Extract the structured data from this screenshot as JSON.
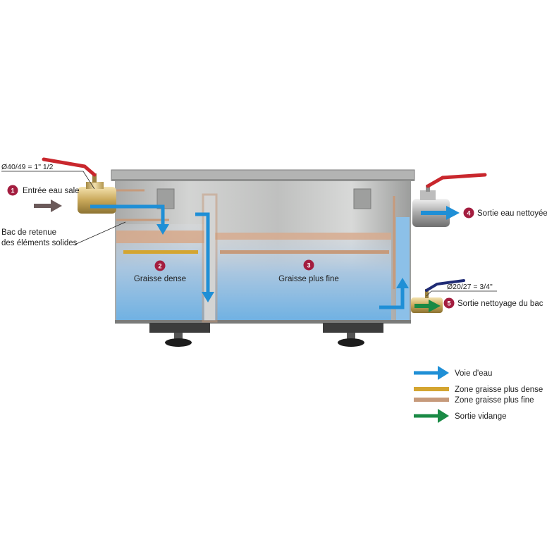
{
  "colors": {
    "water": "#1f8fd6",
    "dense_grease": "#d4a530",
    "fine_grease": "#c69a7b",
    "drain": "#1a8a45",
    "badge": "#a31d3f",
    "inlet_arrow": "#6b5a5a"
  },
  "labels": {
    "inlet_spec": "Ø40/49 = 1\" 1/2",
    "inlet_num": "1",
    "inlet": "Entrée eau sale",
    "basket_1": "Bac de retenue",
    "basket_2": "des éléments solides",
    "zone2_num": "2",
    "zone2": "Graisse dense",
    "zone3_num": "3",
    "zone3": "Graisse plus fine",
    "outlet_num": "4",
    "outlet": "Sortie eau nettoyée",
    "drain_spec": "Ø20/27 = 3/4\"",
    "drain_num": "5",
    "drain": "Sortie nettoyage du bac"
  },
  "legend": {
    "items": [
      {
        "kind": "arrow",
        "color": "#1f8fd6",
        "label": "Voie d'eau"
      },
      {
        "kind": "bar",
        "color": "#d4a530",
        "label": "Zone graisse plus dense"
      },
      {
        "kind": "bar",
        "color": "#c69a7b",
        "label": "Zone graisse plus fine"
      },
      {
        "kind": "arrow",
        "color": "#1a8a45",
        "label": "Sortie vidange"
      }
    ]
  }
}
